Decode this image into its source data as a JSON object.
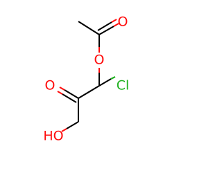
{
  "molecule": {
    "atoms": [
      {
        "id": "O_ester",
        "label": "O",
        "color": "#ff0d0d"
      },
      {
        "id": "O_acetyl",
        "label": "O",
        "color": "#ff0d0d"
      },
      {
        "id": "Cl",
        "label": "Cl",
        "color": "#1fb11f"
      },
      {
        "id": "O_ketone",
        "label": "O",
        "color": "#ff0d0d"
      },
      {
        "id": "OH",
        "label": "HO",
        "color": "#ff0d0d"
      }
    ]
  }
}
